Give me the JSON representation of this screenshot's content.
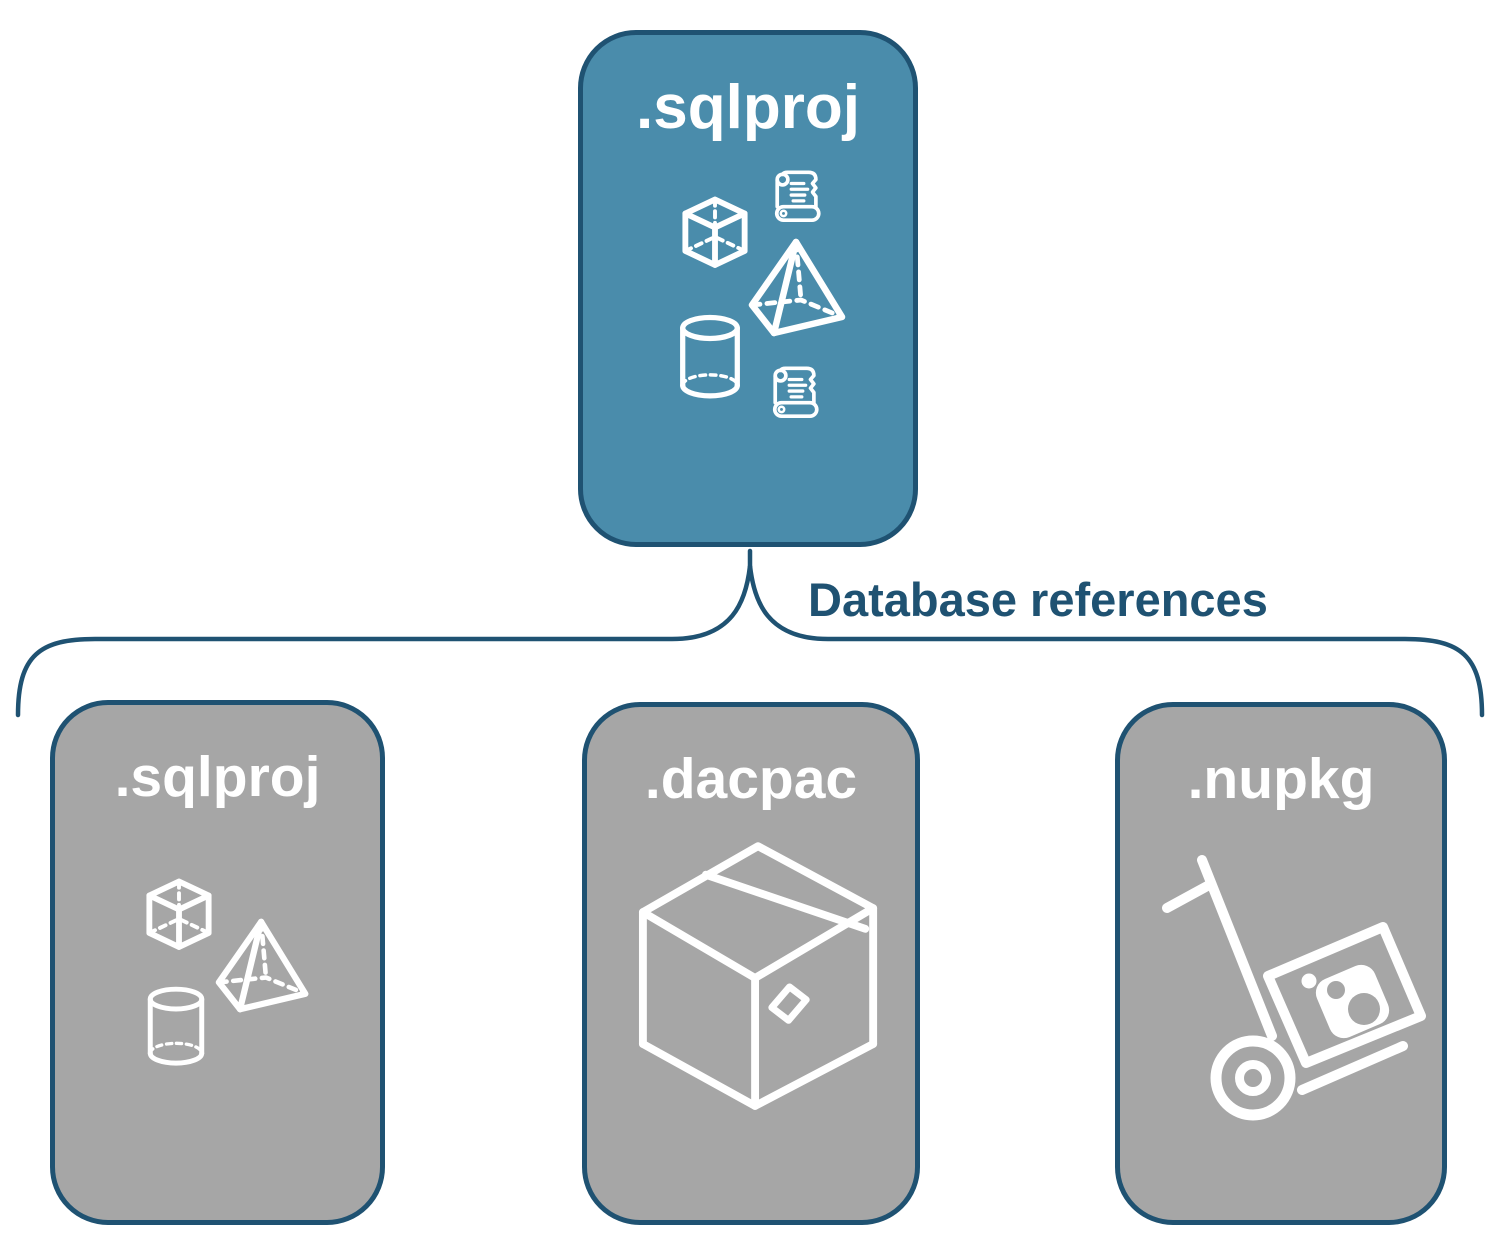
{
  "theme": {
    "accent-blue": "#4A8CAB",
    "navy": "#1F5272",
    "gray": "#A6A6A6",
    "white": "#FFFFFF",
    "background": "#FFFFFF"
  },
  "connector": {
    "label": "Database references"
  },
  "root_card": {
    "label": ".sqlproj",
    "icons": [
      "cube-icon",
      "scroll-icon",
      "pyramid-icon",
      "cylinder-icon",
      "scroll-icon"
    ]
  },
  "child_cards": [
    {
      "label": ".sqlproj",
      "icons": [
        "cube-icon",
        "pyramid-icon",
        "cylinder-icon"
      ]
    },
    {
      "label": ".dacpac",
      "icons": [
        "package-box-icon"
      ]
    },
    {
      "label": ".nupkg",
      "icons": [
        "hand-truck-package-icon"
      ]
    }
  ]
}
